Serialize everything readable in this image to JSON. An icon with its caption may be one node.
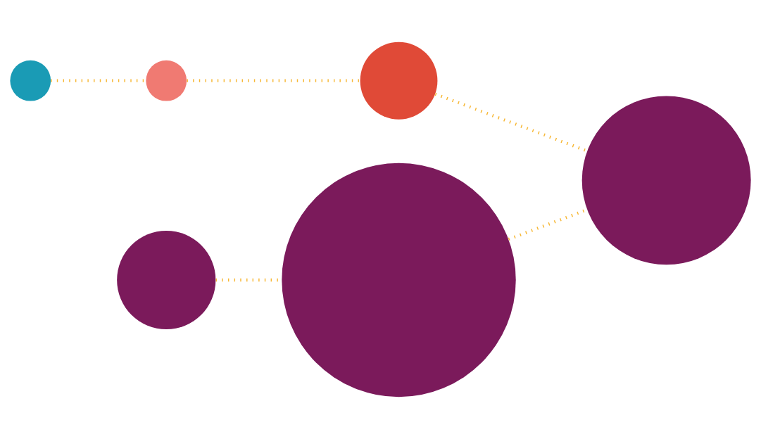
{
  "diagram": {
    "nodes": [
      {
        "text": [],
        "shape": "circle"
      },
      {
        "text": [],
        "shape": "circle"
      },
      {
        "text": [],
        "shape": "circle"
      },
      {
        "text": [],
        "shape": "circle"
      },
      {
        "text": [],
        "shape": "circle"
      },
      {
        "text": [],
        "shape": "circle"
      }
    ],
    "edges": [
      {
        "from": 0,
        "to": 4,
        "arrow": "none"
      },
      {
        "from": 3,
        "to": 1,
        "arrow": "none"
      },
      {
        "from": 1,
        "to": 5,
        "arrow": "none"
      },
      {
        "from": 4,
        "to": 2,
        "arrow": "none"
      },
      {
        "from": 2,
        "to": 5,
        "arrow": "none"
      }
    ]
  }
}
